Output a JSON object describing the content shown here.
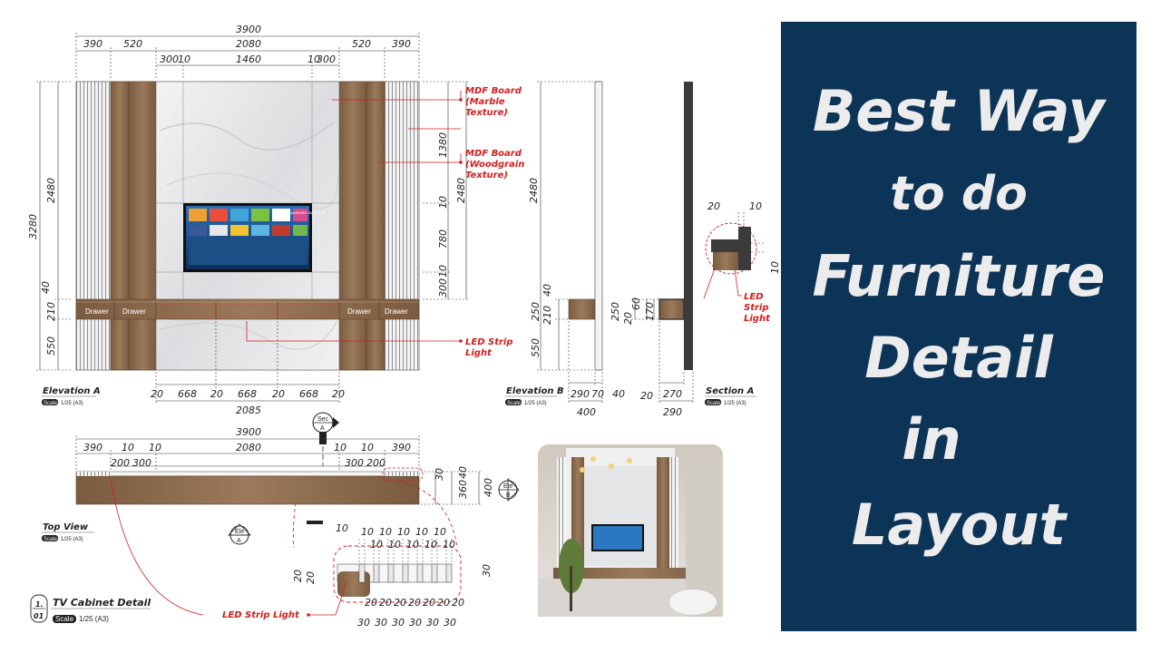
{
  "title_lines": [
    "Best Way",
    "to do",
    "Furniture",
    "Detail",
    "in",
    "Layout"
  ],
  "colors": {
    "panel": "#0c3457",
    "wood": "#8a6a4d",
    "marble": "#e8e9ea",
    "leader": "#d21f1f",
    "text": "#ececec"
  },
  "elevation_a": {
    "label": "Elevation A",
    "scale_tag": "Scale",
    "scale": "1/25 (A3)",
    "dims_top": {
      "total": "3900",
      "outer_left": "390",
      "wood_left": "520",
      "center": "2080",
      "wood_right": "520",
      "outer_right": "390",
      "s1": "300",
      "s2": "10",
      "s3": "1460",
      "s4": "10",
      "s5": "300"
    },
    "dims_left": {
      "total": "3280",
      "upper": "2480",
      "d40": "40",
      "d210": "210",
      "d550": "550"
    },
    "dims_right": {
      "d1380": "1380",
      "d10a": "10",
      "d780": "780",
      "d10b": "10",
      "d300": "300",
      "d2480": "2480"
    },
    "dims_bottom": {
      "a": "20",
      "b": "668",
      "c": "20",
      "d": "668",
      "e": "20",
      "f": "668",
      "g": "20",
      "total": "2085"
    },
    "drawer_label": "Drawer",
    "callout_marble": [
      "MDF Board",
      "(Marble",
      "Texture)"
    ],
    "callout_wood": [
      "MDF Board",
      "(Woodgrain",
      "Texture)"
    ],
    "callout_led": [
      "LED Strip",
      "Light"
    ]
  },
  "elevation_b": {
    "label": "Elevation B",
    "scale_tag": "Scale",
    "scale": "1/25 (A3)",
    "dims": {
      "h2480": "2480",
      "d40": "40",
      "d250": "250",
      "d210": "210",
      "d550": "550",
      "w290": "290",
      "w70": "70",
      "w40": "40",
      "w400": "400"
    }
  },
  "section_a": {
    "label": "Section A",
    "scale_tag": "Scale",
    "scale": "1/25 (A3)",
    "dims": {
      "d250": "250",
      "d20": "20",
      "d60": "60",
      "d170": "170",
      "w20": "20",
      "w270": "270",
      "w290": "290",
      "c20": "20",
      "c10": "10",
      "c10b": "10"
    },
    "callout_led": [
      "LED",
      "Strip",
      "Light"
    ],
    "marker_top": "Sec",
    "marker_bottom": "A"
  },
  "top_view": {
    "label": "Top View",
    "scale_tag": "Scale",
    "scale": "1/25 (A3)",
    "dims_top": {
      "total": "3900",
      "a": "390",
      "b": "10",
      "c": "10",
      "d": "2080",
      "e": "10",
      "f": "10",
      "g": "390",
      "h": "200",
      "i": "300",
      "j": "300",
      "k": "200"
    },
    "dims_right": {
      "d30": "30",
      "d40": "40",
      "d360": "360",
      "d400": "400"
    },
    "marker_ele_a": [
      "Ele",
      "A"
    ],
    "marker_ele_b": [
      "Ele",
      "B"
    ]
  },
  "detail": {
    "tens": [
      "10",
      "10",
      "10",
      "10",
      "10",
      "10",
      "10",
      "10",
      "10",
      "10",
      "10"
    ],
    "left_20a": "20",
    "left_20b": "20",
    "right_30": "30",
    "bottom_20s": [
      "20",
      "20",
      "20",
      "20",
      "20",
      "20",
      "20"
    ],
    "bottom_30s": [
      "30",
      "30",
      "30",
      "30",
      "30",
      "30"
    ],
    "callout_led": "LED Strip Light"
  },
  "title_block": {
    "num_top": "1.",
    "num_bottom": "01",
    "title": "TV Cabinet Detail",
    "scale_tag": "Scale",
    "scale": "1/25 (A3)"
  },
  "tv_screen_label": "SAMSUNG SMART TV"
}
